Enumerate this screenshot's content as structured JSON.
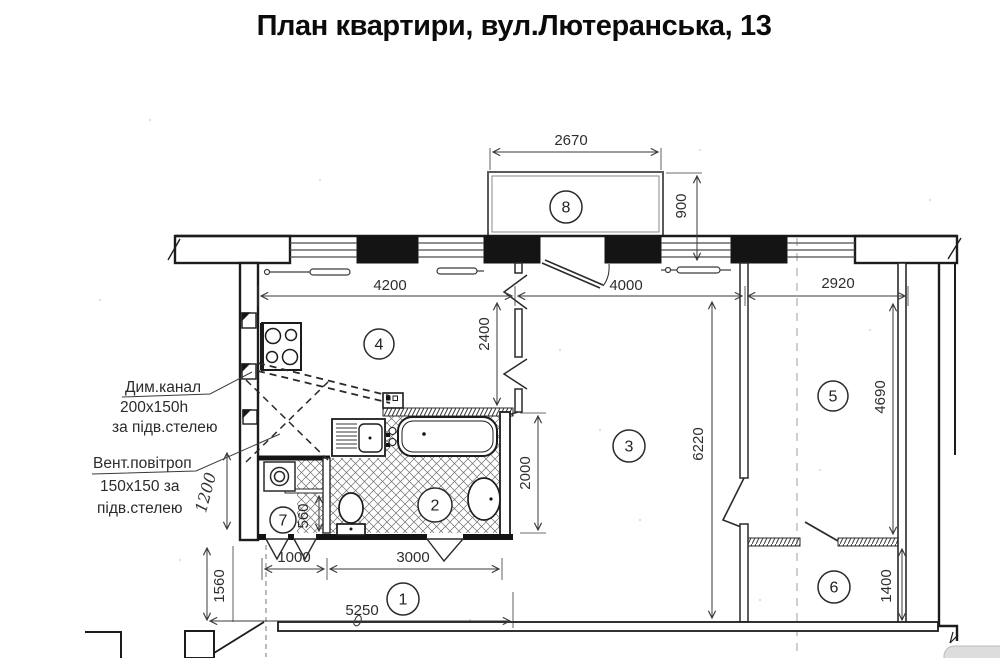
{
  "title": "План квартири, вул.Лютеранська, 13",
  "plan": {
    "rooms": [
      "1",
      "2",
      "3",
      "4",
      "5",
      "6",
      "7",
      "8"
    ],
    "dimensions": {
      "balcony_width": "2670",
      "balcony_depth": "900",
      "kitchen_width": "4200",
      "living_width": "4000",
      "bedroom_width": "2920",
      "kitchen_depth": "2400",
      "bath_depth": "2000",
      "living_depth": "6220",
      "bedroom_depth": "4690",
      "hall_seg1": "1000",
      "hall_seg2": "3000",
      "hall_total": "5250",
      "left_offset": "1560",
      "duct_drop": "1200",
      "closet_width": "560",
      "room6_depth": "1400"
    },
    "annotations": {
      "smoke_line1": "Дим.канал",
      "smoke_line2": "200х150h",
      "smoke_line3": "за підв.стелею",
      "vent_line1": "Вент.повітроп",
      "vent_line2": "150х150 за",
      "vent_line3": "підв.стелею"
    }
  },
  "colors": {
    "ink": "#1c1c1c",
    "thin_ink": "#3a3a3a",
    "paper": "#ffffff"
  }
}
